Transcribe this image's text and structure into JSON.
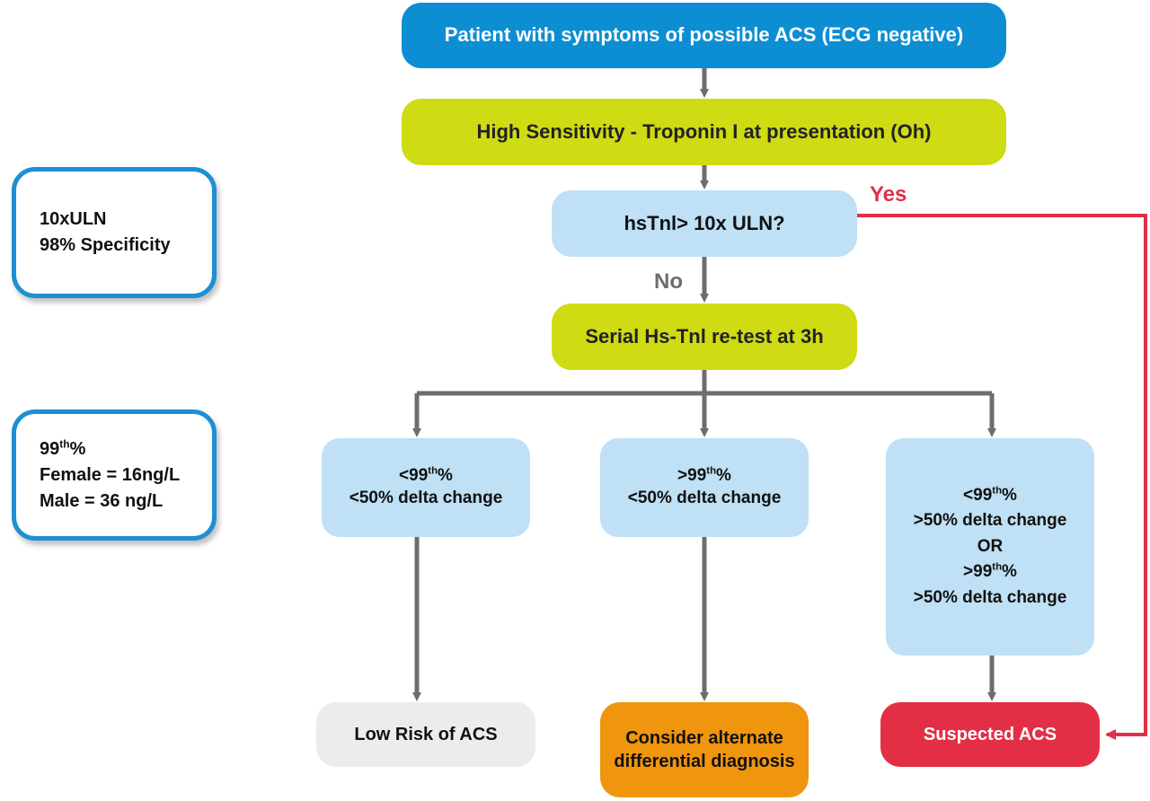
{
  "colors": {
    "primary_blue": "#0d8ed3",
    "troponin_yellow": "#cfdb13",
    "question_lightblue": "#bfe0f5",
    "connector_gray": "#6d6d6d",
    "yes_red": "#e0304a",
    "low_risk_gray": "#ececec",
    "alternate_orange": "#f0950e",
    "suspected_red": "#e32f46"
  },
  "nodes": {
    "start": {
      "text": "Patient with symptoms of possible ACS (ECG negative)"
    },
    "initial_test": {
      "text": "High Sensitivity - Troponin I at presentation (Oh)"
    },
    "decision": {
      "text": "hsTnl> 10x ULN?"
    },
    "retest": {
      "text": "Serial Hs-Tnl re-test at 3h"
    },
    "branch_left": {
      "line1_prefix": "<99",
      "line1_sup": "th",
      "line1_suffix": "%",
      "line2": "<50% delta change"
    },
    "branch_middle": {
      "line1_prefix": ">99",
      "line1_sup": "th",
      "line1_suffix": "%",
      "line2": "<50% delta change"
    },
    "branch_right": {
      "line1_prefix": "<99",
      "line1_sup": "th",
      "line1_suffix": "%",
      "line2": ">50% delta change",
      "line3": "OR",
      "line4_prefix": ">99",
      "line4_sup": "th",
      "line4_suffix": "%",
      "line5": ">50% delta change"
    },
    "outcome_low": {
      "text": "Low Risk of ACS"
    },
    "outcome_alternate": {
      "line1": "Consider alternate",
      "line2": "differential diagnosis"
    },
    "outcome_suspected": {
      "text": "Suspected ACS"
    }
  },
  "edge_labels": {
    "yes": "Yes",
    "no": "No"
  },
  "side_notes": {
    "uln": {
      "line1": "10xULN",
      "line2": "98% Specificity"
    },
    "percentile": {
      "line1_prefix": "99",
      "line1_sup": "th",
      "line1_suffix": "%",
      "line2": "Female = 16ng/L",
      "line3": "Male = 36 ng/L"
    }
  }
}
